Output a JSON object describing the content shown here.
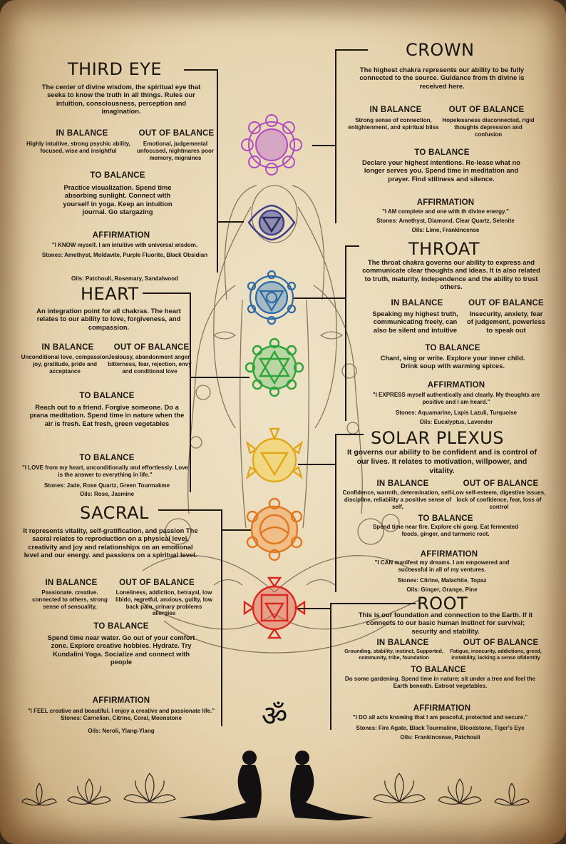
{
  "third_eye": {
    "title": "THIRD EYE",
    "desc": "The center of divine wisdom, the spiritual eye that seeks to know the truth in all things. Rules our intuition, consciousness, perception and imagination.",
    "in_label": "IN BALANCE",
    "out_label": "OUT OF BALANCE",
    "in_text": "Highly intuitive, strong psychic ability, focused, wise and insightful",
    "out_text": "Emotional, judgemental unfocused, nightmares poor memory, migraines",
    "to_label": "TO BALANCE",
    "to_text": "Practice visualization. Spend time absorbing sunlight. Connect with yourself in yoga. Keep an intuition journal. Go stargazing",
    "aff_label": "AFFIRMATION",
    "aff_text": "\"I KNOW myself. I am intuitive with universal wisdom.",
    "stones": "Stones: Amethyst, Moldavite, Purple Fluorite, Black Obsidian",
    "oils": "Oils: Patchouli, Rosemary, Sandalwood"
  },
  "heart": {
    "title": "HEART",
    "desc": "An integration point for all chakras. The heart relates to our ability to love, forgiveness, and compassion.",
    "in_label": "IN BALANCE",
    "out_label": "OUT OF BALANCE",
    "in_text": "Unconditional love, compassion joy, gratitude, pride and acceptance",
    "out_text": "Jealousy, abandonment anger, bitterness, fear, rejection, envy and conditional love",
    "to_label": "TO BALANCE",
    "to_text": "Reach out to a friend. Forgive someone. Do a prana meditation. Spend time in nature when the air is fresh. Eat fresh, green vegetables",
    "aff_label": "TO BALANCE",
    "aff_text": "\"I LOVE from my heart, unconditionally and effortlessly. Love is the answer to everything in life.\"",
    "stones": "Stones: Jade, Rose Quartz, Green Tourmakme",
    "oils": "Oils: Rose, Jasmine"
  },
  "sacral": {
    "title": "SACRAL",
    "desc": "It represents vitality, self-gratification, and passion The sacral relates to reproduction on a physical level, creativity and joy and relationships on an emotional level and our energy. and passions on a spiritual level.",
    "in_label": "IN BALANCE",
    "out_label": "OUT OF BALANCE",
    "in_text": "Passionate. creative. connected to others, strong sense of sensuality,",
    "out_text": "Loneliness, addiction, betrayal, low libido, regretful, anxious, guilty, low back pain, urinary problems allergies",
    "to_label": "TO BALANCE",
    "to_text": "Spend time near water. Go out of your comfort zone. Explore creative hobbies. Hydrate. Try Kundalini Yoga. Socialize and connect with people",
    "aff_label": "AFFIRMATION",
    "aff_text": "\"I FEEL creative and beautiful. I enjoy a creative and passionate life.\" Stones: Carnelian, Citrine, Coral, Moonstone",
    "oils": "Oils: Neroli, Ylang-Ylang"
  },
  "crown": {
    "title": "CROWN",
    "desc": "The highest chakra represents our ability to be fully connected to the source. Guidance from th divine is received here.",
    "in_label": "IN BALANCE",
    "out_label": "OUT OF BALANCE",
    "in_text": "Strong sense of connection, enlightenment, and spiritual bliss",
    "out_text": "Hopelessness disconnected, rigid thoughts depression and confusion",
    "to_label": "TO BALANCE",
    "to_text": "Declare your highest intentions. Re-lease what no longer serves you. Spend time in meditation and prayer. Find stillness and silence.",
    "aff_label": "AFFIRMATION",
    "aff_text": "\"I AM complete and one with th divine energy.\"",
    "stones": "Stones: Amethyst, Diamond, Clear Quartz, Selenite",
    "oils": "Oils: Lime, Frankincense"
  },
  "throat": {
    "title": "THROAT",
    "desc": "The throat chakra governs our ability to express and communicate clear thoughts and ideas. It is also related to truth, maturity, independence and the ability to trust others.",
    "in_label": "IN BALANCE",
    "out_label": "OUT OF BALANCE",
    "in_text": "Speaking my highest truth, communicating freely, can also be silent and intuitive",
    "out_text": "Insecurity, anxiety, fear of judgement, powerless to speak out",
    "to_label": "TO BALANCE",
    "to_text": "Chant, sing or write. Explore your inner child. Drink soup with warming spices.",
    "aff_label": "AFFIRMATION",
    "aff_text": "\"I EXPRESS myself authentically and clearly. My thoughts are positive and I am heard.\"",
    "stones": "Stones: Aquamarine, Lapis Lazuli, Turquoise",
    "oils": "Oils: Eucalyptus, Lavender"
  },
  "solar": {
    "title": "SOLAR PLEXUS",
    "desc": "It governs our ability to be confident and is control of our lives. It relates to motivation, willpower, and vitality.",
    "in_label": "IN BALANCE",
    "out_label": "OUT OF BALANCE",
    "in_text": "Confidence, warmth, determination, self-discipline, reliability a positive sense of self,",
    "out_text": "Low self-esteem, digestive issues, lock of confidence, fear, loss of control",
    "to_label": "TO BALANCE",
    "to_text": "Spend time near fire. Explore chi gong. Eat fermented foods, ginger, and turmeric root.",
    "aff_label": "AFFIRMATION",
    "aff_text": "\"I CAN manifest my dreams. I am empowered and successful in all of my ventures.",
    "stones": "Stones: Citrine, Malachite, Topaz",
    "oils": "Oils: Ginger, Orange, Pine"
  },
  "root": {
    "title": "ROOT",
    "desc": "This is our foundation and connection to the Earth. If it connects to our basic human instinct for survival; security and stability.",
    "in_label": "IN BALANCE",
    "out_label": "OUT OF BALANCE",
    "in_text": "Grounding, stability, instinct, Supported, community, tribe, foundation",
    "out_text": "Fatigue, insecurity, addictions, greed, instability, lacking a sense ofidentity",
    "to_label": "TO BALANCE",
    "to_text": "Do some gardening. Spend time in nature; sit under a tree and feel the Earth beneath. Eatroot vegetables.",
    "aff_label": "AFFIRMATION",
    "aff_text": "\"I DO all acts knowing that I am peaceful, protected and secure.\"",
    "stones": "Stones: Fire Agate, Black Tourmaline, Bloodstone, Tiger's Eye",
    "oils": "Oils: Frankincense, Patchouli"
  },
  "om_symbol": "ॐ",
  "colors": {
    "crown": "#b04cc0",
    "third_eye": "#3f3f8a",
    "throat": "#2d6aa8",
    "heart": "#2ea43a",
    "solar": "#f2c230",
    "sacral": "#f08a2a",
    "root": "#d8281e"
  }
}
